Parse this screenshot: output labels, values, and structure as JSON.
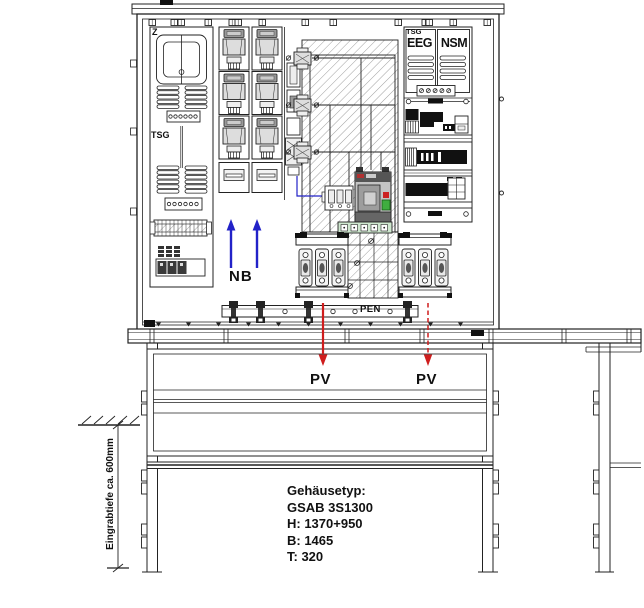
{
  "diagram": {
    "cabinet_labels": {
      "meter_field": "Z",
      "control_field": "TSG",
      "right_field": "TSG",
      "eeg": "EEG",
      "nsm": "NSM"
    },
    "bus_labels": {
      "pen": "PEN"
    },
    "flow_labels": {
      "nb": "NB",
      "pv_left": "PV",
      "pv_right": "PV"
    },
    "ground_note": "Eingrabtiefe ca. 600mm",
    "housing": {
      "heading": "Gehäusetyp:",
      "type": "GSAB 3S1300",
      "height": "H: 1370+950",
      "width": "B: 1465",
      "depth": "T: 320"
    },
    "colors": {
      "nb_arrow_blue": "#2222c8",
      "pv_arrow_red": "#cf1d1d",
      "switch_green": "#3fae3f",
      "line": "#222222"
    }
  }
}
